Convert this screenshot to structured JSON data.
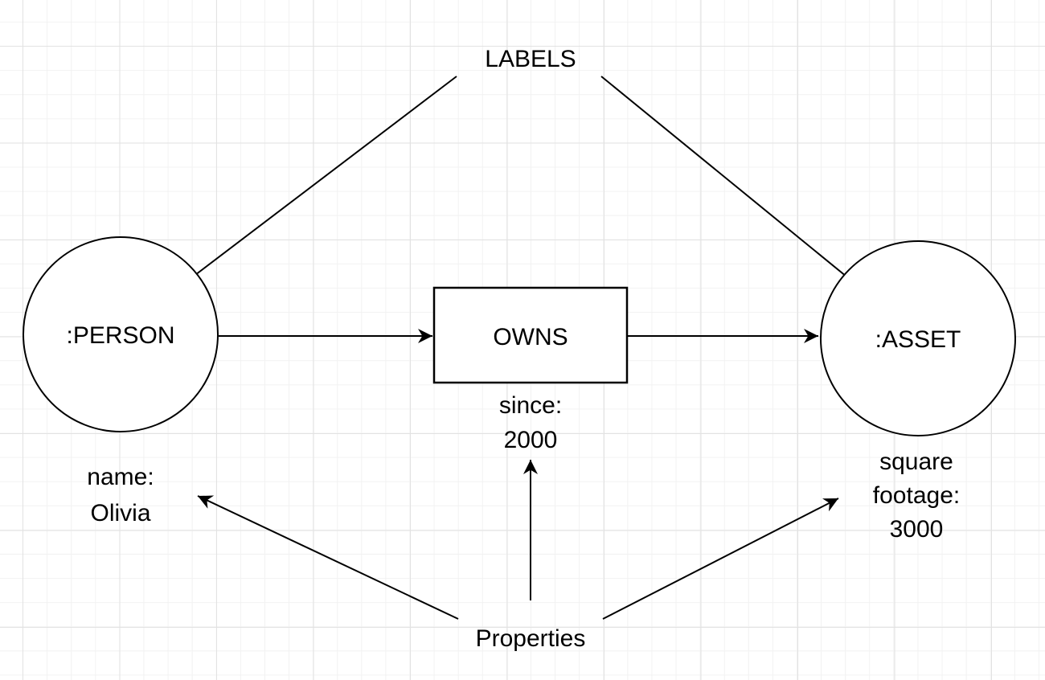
{
  "canvas": {
    "background_color": "#ffffff",
    "grid_minor_color": "#f2f2f2",
    "grid_major_color": "#e2e2e2",
    "stroke_color": "#000000",
    "text_color": "#000000"
  },
  "annotations": {
    "labels": "LABELS",
    "properties": "Properties"
  },
  "nodes": {
    "person": {
      "shape": "circle",
      "label": ":PERSON"
    },
    "asset": {
      "shape": "circle",
      "label": ":ASSET"
    }
  },
  "relationship": {
    "shape": "rectangle",
    "label": "OWNS"
  },
  "property_texts": {
    "relationship": {
      "line1": "since:",
      "line2": "2000"
    },
    "person": {
      "line1": "name:",
      "line2": "Olivia"
    },
    "asset": {
      "line1": "square",
      "line2": "footage:",
      "line3": "3000"
    }
  }
}
